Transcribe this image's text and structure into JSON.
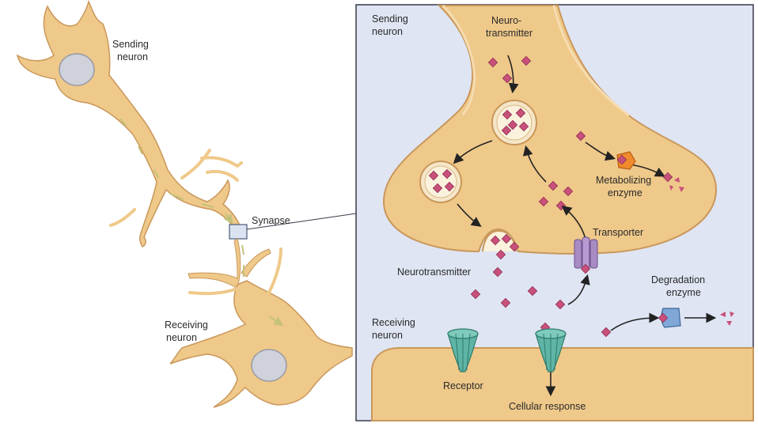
{
  "left_panel": {
    "sending_label": [
      "Sending",
      "neuron"
    ],
    "synapse_label": "Synapse",
    "receiving_label": [
      "Receiving",
      "neuron"
    ]
  },
  "inset": {
    "sending_label": [
      "Sending",
      "neuron"
    ],
    "neurotransmitter_top": [
      "Neuro-",
      "transmitter"
    ],
    "metabolizing_enzyme": [
      "Metabolizing",
      "enzyme"
    ],
    "transporter": "Transporter",
    "neurotransmitter_cleft": "Neurotransmitter",
    "degradation_enzyme": [
      "Degradation",
      "enzyme"
    ],
    "receiving_label": [
      "Receiving",
      "neuron"
    ],
    "receptor": "Receptor",
    "cellular_response": "Cellular response"
  },
  "colors": {
    "neuron_fill": "#efc98a",
    "neuron_edge": "#c9975a",
    "inset_bg": "#dfe5f3",
    "inset_border": "#3a3a4a",
    "molecule": "#c8507a",
    "metabolizing_enzyme": "#f08a2c",
    "degradation_enzyme": "#7fa7d8",
    "receptor": "#5fb5a5",
    "transporter": "#a98bc4"
  }
}
